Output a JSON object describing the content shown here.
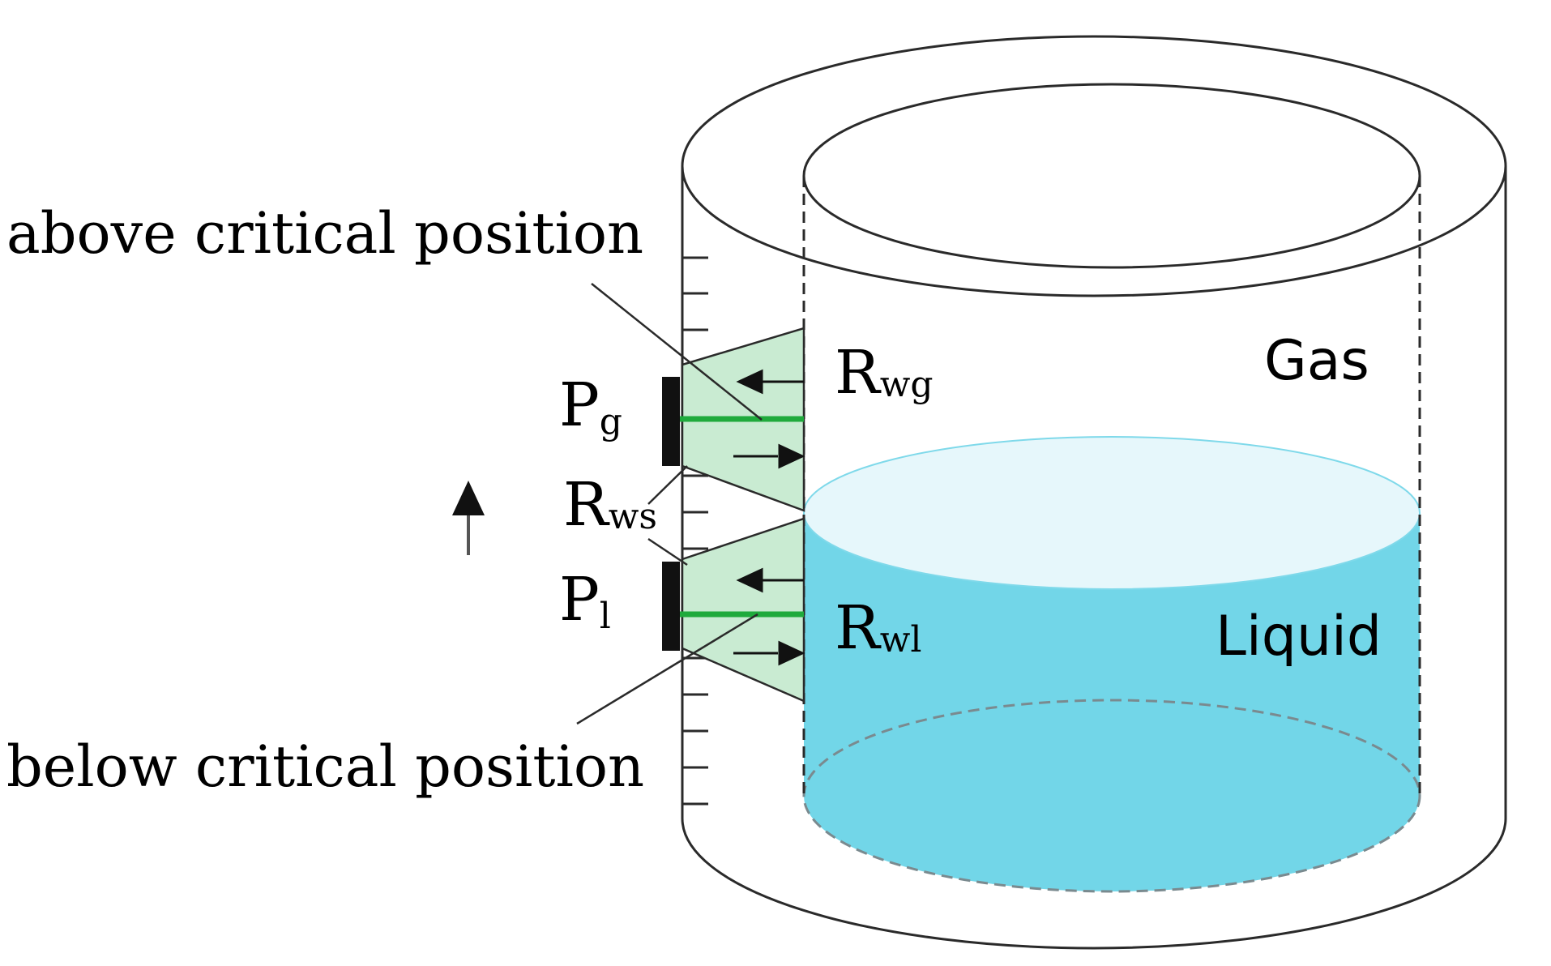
{
  "labels": {
    "above": "above critical position",
    "below": "below critical position",
    "gas": "Gas",
    "liquid": "Liquid",
    "pg_main": "P",
    "pg_sub": "g",
    "pl_main": "P",
    "pl_sub": "l",
    "rwg_main": "R",
    "rwg_sub": "wg",
    "rws_main": "R",
    "rws_sub": "ws",
    "rwl_main": "R",
    "rwl_sub": "wl"
  },
  "colors": {
    "liquid_fill": "#72d6e8",
    "liquid_surface": "#e6f7fb",
    "wedge_fill": "#c9ebd2",
    "wedge_stroke": "#2a2a2a",
    "probe_line": "#1faa3c",
    "outline": "#2a2a2a"
  },
  "icons": {
    "rise_arrow": "up-arrow-icon"
  }
}
